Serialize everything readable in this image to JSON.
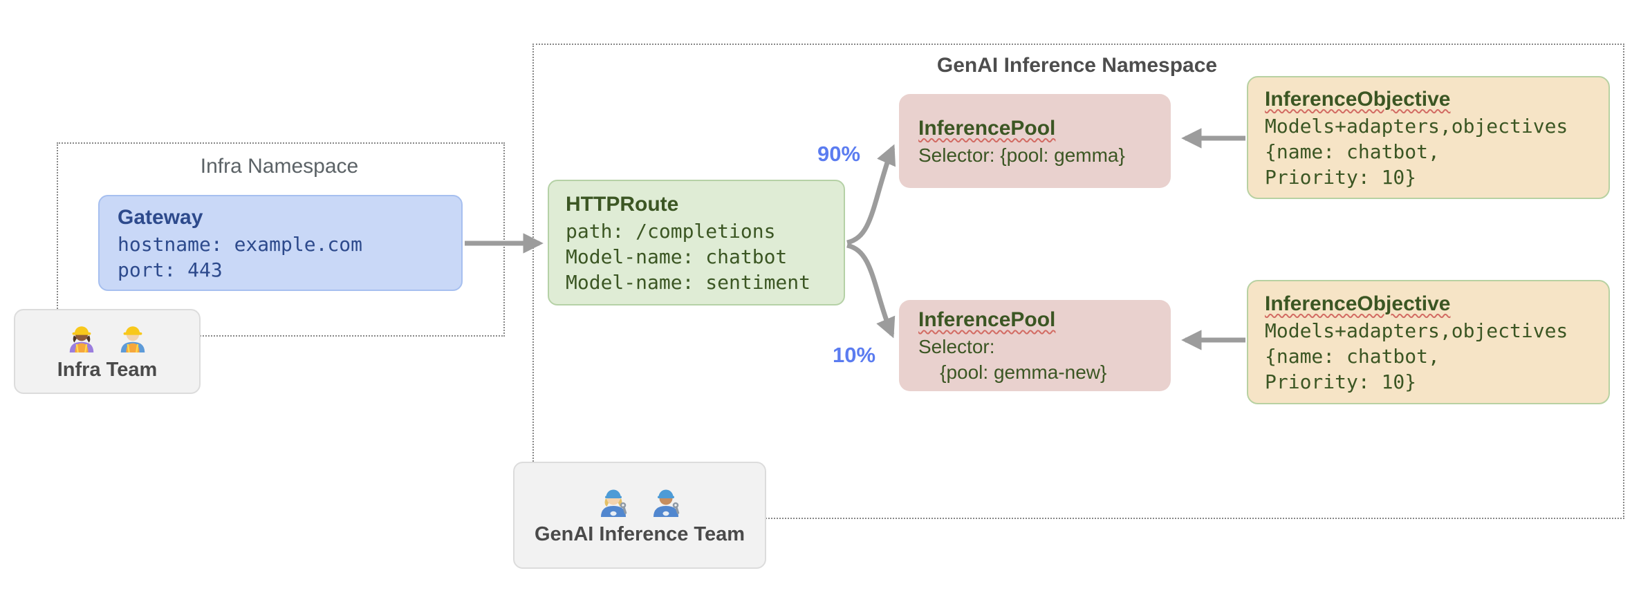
{
  "colors": {
    "gateway_fill": "#c9d8f7",
    "gateway_border": "#a6bfef",
    "gateway_text": "#2d4a8c",
    "route_fill": "#dfecd5",
    "route_border": "#b5d1a6",
    "green_text": "#3b5623",
    "pool_fill": "#e9d1ce",
    "objective_fill": "#f6e4c6",
    "objective_border": "#b8d1a2",
    "team_fill": "#f2f2f2",
    "team_border": "#dcdcdc",
    "team_text": "#4a4a4a",
    "namespace_label": "#5b6266",
    "genai_namespace_label": "#4d4d4d",
    "arrow": "#9c9c9c",
    "percent": "#5b7cf0",
    "squiggle": "#d26b63"
  },
  "namespaces": {
    "infra": {
      "label": "Infra Namespace"
    },
    "genai": {
      "label": "GenAI Inference Namespace"
    }
  },
  "boxes": {
    "gateway": {
      "title": "Gateway",
      "lines": [
        "hostname: example.com",
        "port: 443"
      ]
    },
    "httproute": {
      "title": "HTTPRoute",
      "lines": [
        "path: /completions",
        "Model-name: chatbot",
        "Model-name: sentiment"
      ]
    },
    "pool_top": {
      "title": "InferencePool",
      "lines": [
        "Selector: {pool: gemma}"
      ]
    },
    "pool_bottom": {
      "title": "InferencePool",
      "lines": [
        "Selector:",
        "    {pool: gemma-new}"
      ]
    },
    "objective_top": {
      "title": "InferenceObjective",
      "lines": [
        "Models+adapters,objectives",
        "{name: chatbot,",
        "Priority: 10}"
      ]
    },
    "objective_bottom": {
      "title": "InferenceObjective",
      "lines": [
        "Models+adapters,objectives",
        "{name: chatbot,",
        "Priority: 10}"
      ]
    }
  },
  "teams": {
    "infra": {
      "label": "Infra Team",
      "icons": [
        "woman-construction-worker-icon",
        "man-construction-worker-icon"
      ]
    },
    "genai": {
      "label": "GenAI Inference Team",
      "icons": [
        "woman-mechanic-icon",
        "man-mechanic-icon"
      ]
    }
  },
  "traffic_split": {
    "top_percent": "90%",
    "bottom_percent": "10%"
  }
}
